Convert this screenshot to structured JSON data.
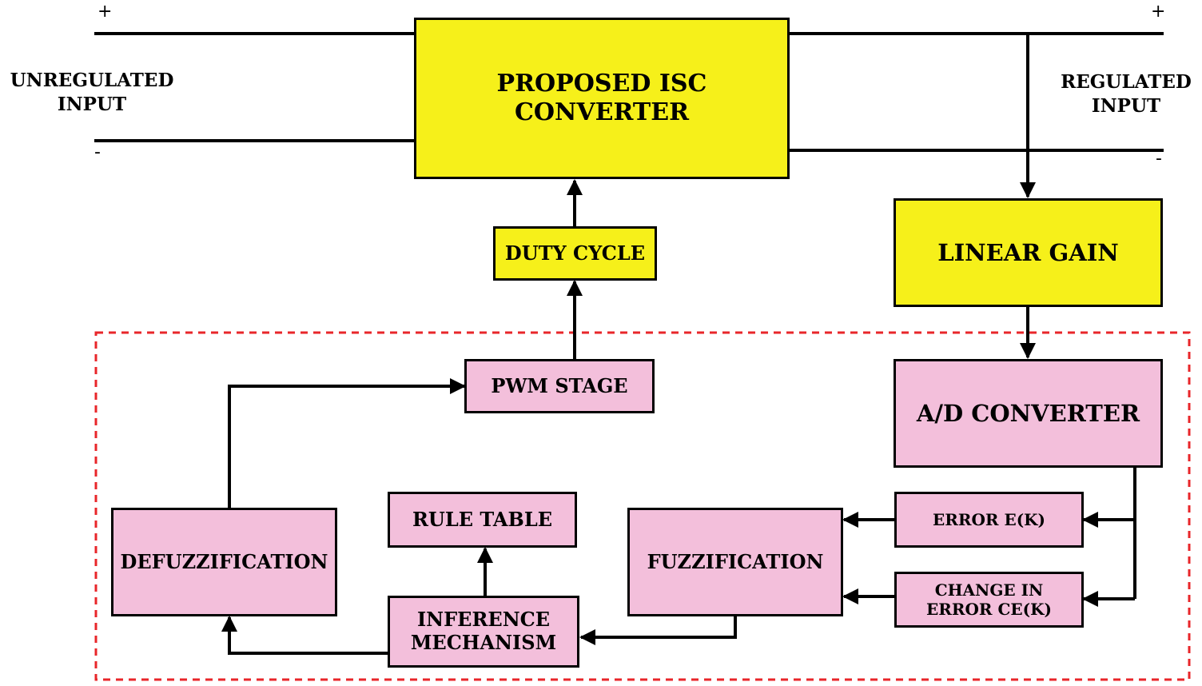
{
  "labels": {
    "unregulated_input": "UNREGULATED\nINPUT",
    "regulated_input": "REGULATED\nINPUT",
    "plus": "+",
    "minus": "-"
  },
  "blocks": {
    "converter": "PROPOSED ISC\nCONVERTER",
    "duty_cycle": "DUTY CYCLE",
    "linear_gain": "LINEAR GAIN",
    "pwm_stage": "PWM STAGE",
    "ad_converter": "A/D CONVERTER",
    "rule_table": "RULE TABLE",
    "defuzzification": "DEFUZZIFICATION",
    "fuzzification": "FUZZIFICATION",
    "error": "ERROR E(K)",
    "change_in_error": "CHANGE IN\nERROR CE(K)",
    "inference": "INFERENCE\nMECHANISM"
  },
  "colors": {
    "power_block": "#f6f01a",
    "control_block": "#f3bfdb",
    "controller_boundary": "#e8262a"
  }
}
